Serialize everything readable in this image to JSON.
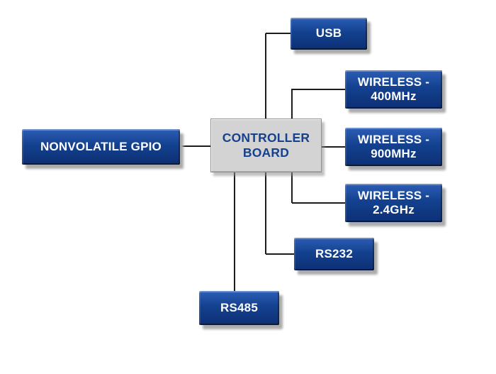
{
  "diagram": {
    "center": {
      "line1": "CONTROLLER",
      "line2": "BOARD"
    },
    "nodes": {
      "gpio": {
        "label": "NONVOLATILE GPIO"
      },
      "usb": {
        "label": "USB"
      },
      "wireless400": {
        "line1": "WIRELESS -",
        "line2": "400MHz"
      },
      "wireless900": {
        "line1": "WIRELESS -",
        "line2": "900MHz"
      },
      "wireless24": {
        "line1": "WIRELESS -",
        "line2": "2.4GHz"
      },
      "rs232": {
        "label": "RS232"
      },
      "rs485": {
        "label": "RS485"
      }
    },
    "connections": [
      "CONTROLLER BOARD — NONVOLATILE GPIO",
      "CONTROLLER BOARD — USB",
      "CONTROLLER BOARD — WIRELESS - 400MHz",
      "CONTROLLER BOARD — WIRELESS - 900MHz",
      "CONTROLLER BOARD — WIRELESS - 2.4GHz",
      "CONTROLLER BOARD — RS232",
      "CONTROLLER BOARD — RS485"
    ],
    "colors": {
      "peripheral_box": "#13418f",
      "peripheral_text": "#ffffff",
      "center_box_bg": "#d3d3d3",
      "center_box_text": "#16418f",
      "shadow": "#ababab",
      "background": "#ffffff"
    }
  }
}
